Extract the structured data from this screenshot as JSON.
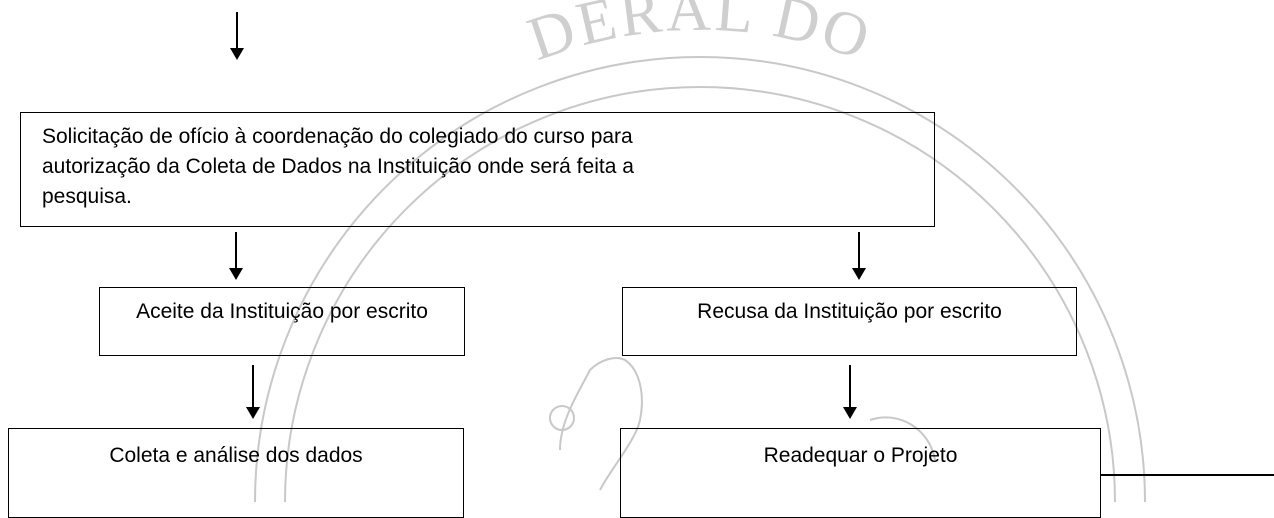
{
  "boxes": {
    "request": {
      "line1": "Solicitação de ofício à coordenação do colegiado do curso para",
      "line2": "autorização da Coleta de Dados na Instituição onde será feita a",
      "line3": "pesquisa."
    },
    "accept": "Aceite da Instituição por escrito",
    "refuse": "Recusa da Instituição por escrito",
    "collect": "Coleta e análise dos dados",
    "readjust": "Readequar o Projeto"
  },
  "watermark": {
    "text": "DERAL DO",
    "color": "#c8c8c8"
  }
}
